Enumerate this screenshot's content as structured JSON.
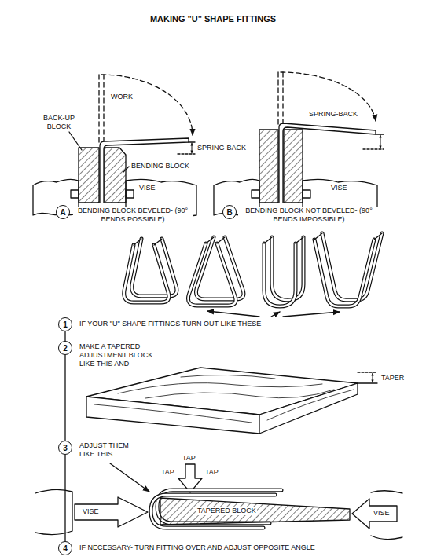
{
  "diagram": {
    "title": "MAKING \"U\" SHAPE FITTINGS",
    "nodes": [
      {
        "text": [
          "A"
        ]
      },
      {
        "text": [
          "B"
        ]
      },
      {
        "text": [
          "1"
        ]
      },
      {
        "text": [
          "2"
        ]
      },
      {
        "text": [
          "3"
        ]
      },
      {
        "text": [
          "4"
        ]
      }
    ],
    "edges": [
      {
        "from": 2,
        "to": 3,
        "arrow": "none"
      },
      {
        "from": 3,
        "to": 4,
        "arrow": "none"
      },
      {
        "from": 4,
        "to": 5,
        "arrow": "none"
      }
    ],
    "labels": [
      "WORK",
      "BACK-UP BLOCK",
      "SPRING-BACK",
      "BENDING BLOCK",
      "VISE",
      "BENDING BLOCK BEVELED- (90° BENDS POSSIBLE)",
      "SPRING-BACK",
      "VISE",
      "BENDING BLOCK NOT BEVELED- (90° BENDS IMPOSSIBLE)",
      "IF YOUR \"U\" SHAPE FITTINGS TURN OUT LIKE THESE-",
      "MAKE A TAPERED ADJUSTMENT BLOCK LIKE THIS AND-",
      "TAPER",
      "ADJUST THEM LIKE THIS",
      "TAP",
      "TAP",
      "TAP",
      "TAPERED BLOCK",
      "VISE",
      "VISE",
      "IF NECESSARY- TURN FITTING OVER AND ADJUST OPPOSITE ANGLE"
    ]
  }
}
